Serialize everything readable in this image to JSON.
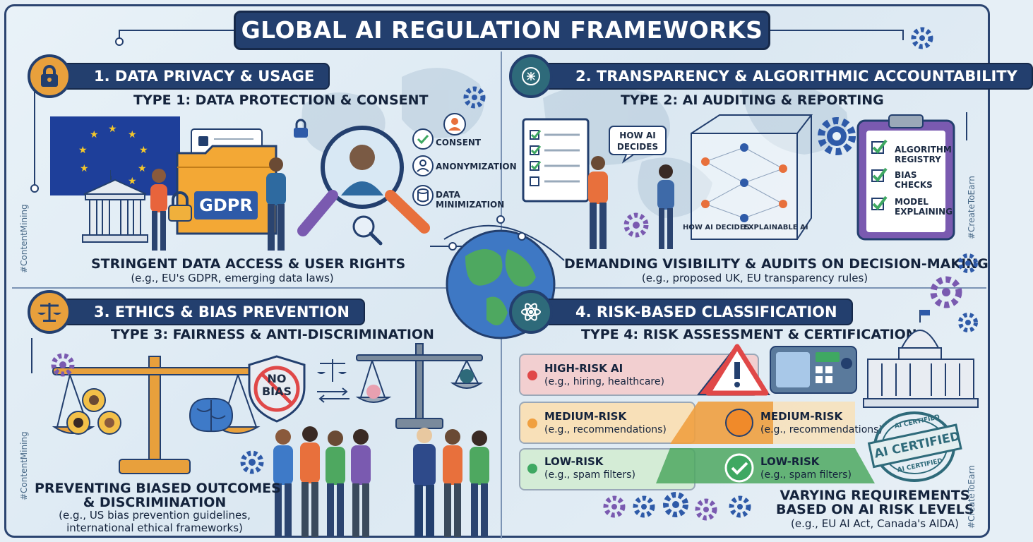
{
  "title": "GLOBAL AI REGULATION FRAMEWORKS",
  "hashtags": {
    "left_top": "#ContentMining",
    "left_bottom": "#ContentMining",
    "right_top": "#CreateToEarn",
    "right_bottom": "#CreateToEarn"
  },
  "sections": {
    "s1": {
      "heading": "1. DATA PRIVACY & USAGE",
      "type": "TYPE 1: DATA PROTECTION & CONSENT",
      "folder_label": "GDPR",
      "features": [
        "CONSENT",
        "ANONYMIZATION",
        "DATA",
        "MINIMIZATION"
      ],
      "caption": "STRINGENT DATA ACCESS & USER RIGHTS",
      "caption_sub": "(e.g., EU's GDPR, emerging data laws)"
    },
    "s2": {
      "heading": "2. TRANSPARENCY & ALGORITHMIC ACCOUNTABILITY",
      "type": "TYPE 2: AI AUDITING & REPORTING",
      "bubble": [
        "HOW AI",
        "DECIDES"
      ],
      "cube_left": "HOW AI DECIDES",
      "cube_right": "EXPLAINABLE AI",
      "clipboard": [
        "ALGORITHM",
        "REGISTRY",
        "BIAS",
        "CHECKS",
        "MODEL",
        "EXPLAINING"
      ],
      "caption": "DEMANDING VISIBILITY & AUDITS ON DECISION-MAKING",
      "caption_sub": "(e.g., proposed UK, EU transparency rules)"
    },
    "s3": {
      "heading": "3. ETHICS & BIAS PREVENTION",
      "type": "TYPE 3: FAIRNESS & ANTI-DISCRIMINATION",
      "shield": [
        "NO",
        "BIAS"
      ],
      "caption_line1": "PREVENTING BIASED OUTCOMES",
      "caption_line2": "& DISCRIMINATION",
      "caption_sub1": "(e.g., US bias prevention guidelines,",
      "caption_sub2": "international ethical frameworks)"
    },
    "s4": {
      "heading": "4. RISK-BASED CLASSIFICATION",
      "type": "TYPE 4: RISK ASSESSMENT & CERTIFICATION",
      "risks": [
        {
          "title": "HIGH-RISK AI",
          "sub": "(e.g., hiring, healthcare)",
          "color": "#e04848"
        },
        {
          "title": "MEDIUM-RISK",
          "sub": "(e.g., recommendations)",
          "color": "#f0a040"
        },
        {
          "title": "LOW-RISK",
          "sub": "(e.g., spam filters)",
          "color": "#3fa862"
        }
      ],
      "pyramid_medium_title": "MEDIUM-RISK",
      "pyramid_medium_sub": "(e.g., recommendations)",
      "pyramid_low_title": "LOW-RISK",
      "pyramid_low_sub": "(e.g., spam filters)",
      "stamp_main": "AI CERTIFIED",
      "stamp_ring_top": "AI CERTIFIED",
      "stamp_ring_bottom": "AI CERTIFIED",
      "caption_line1": "VARYING REQUIREMENTS",
      "caption_line2": "BASED ON AI RISK LEVELS",
      "caption_sub": "(e.g., EU AI Act, Canada's AIDA)"
    }
  },
  "colors": {
    "navy": "#233f6e",
    "orange": "#e8a03c",
    "teal": "#2e6a7a",
    "high": "#e04848",
    "medium": "#f0a040",
    "low": "#3fa862"
  }
}
